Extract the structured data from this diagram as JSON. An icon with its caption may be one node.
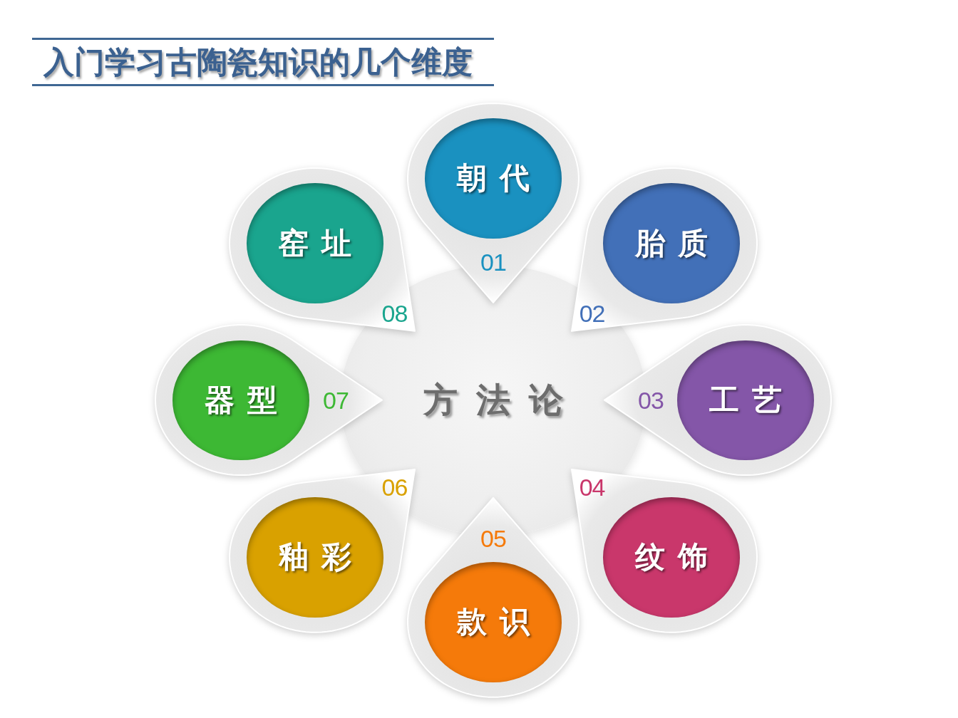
{
  "diagram": {
    "title": "入门学习古陶瓷知识的几个维度",
    "nodes": [
      {
        "text": [
          "方法论"
        ]
      },
      {
        "text": [
          "01"
        ]
      },
      {
        "text": [
          "朝代"
        ],
        "in": 1
      },
      {
        "text": [
          "02"
        ]
      },
      {
        "text": [
          "胎质"
        ],
        "in": 3
      },
      {
        "text": [
          "03"
        ]
      },
      {
        "text": [
          "工艺"
        ],
        "in": 5
      },
      {
        "text": [
          "04"
        ]
      },
      {
        "text": [
          "纹饰"
        ],
        "in": 7
      },
      {
        "text": [
          "05"
        ]
      },
      {
        "text": [
          "款识"
        ],
        "in": 9
      },
      {
        "text": [
          "06"
        ]
      },
      {
        "text": [
          "釉彩"
        ],
        "in": 11
      },
      {
        "text": [
          "07"
        ]
      },
      {
        "text": [
          "器型"
        ],
        "in": 13
      },
      {
        "text": [
          "08"
        ]
      },
      {
        "text": [
          "窑址"
        ],
        "in": 15
      }
    ]
  }
}
